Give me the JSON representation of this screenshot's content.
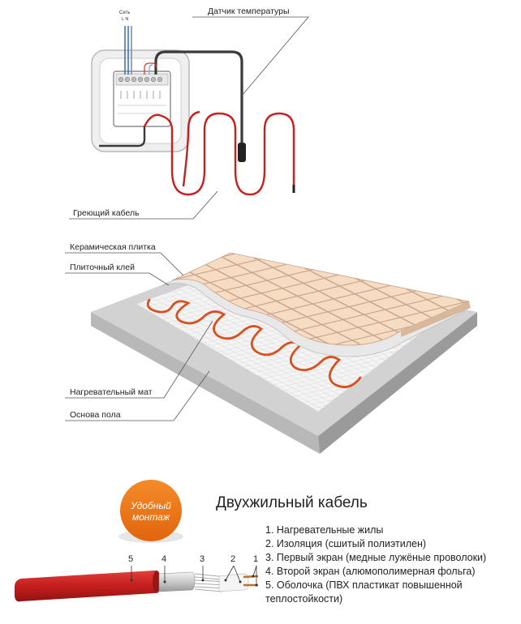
{
  "thermostat_diagram": {
    "network_label": "Сеть",
    "network_pins": "L N",
    "sensor_label": "Датчик температуры",
    "heating_cable_label": "Греющий кабель"
  },
  "floor_diagram": {
    "layers": [
      {
        "label": "Керамическая плитка"
      },
      {
        "label": "Плиточный клей"
      },
      {
        "label": "Нагревательный мат"
      },
      {
        "label": "Основа пола"
      }
    ]
  },
  "cable_diagram": {
    "badge_text_line1": "Удобный",
    "badge_text_line2": "монтаж",
    "title": "Двухжильный кабель",
    "legend": [
      "1. Нагревательные жилы",
      "2. Изоляция (сшитый полиэтилен)",
      "3. Первый экран (медные лужёные проволоки)",
      "4. Второй экран (алюмополимерная фольга)",
      "5. Оболочка (ПВХ пластикат повышенной",
      "теплостойкости)"
    ],
    "callout_numbers": [
      "5",
      "4",
      "3",
      "2",
      "1"
    ]
  },
  "colors": {
    "cable_red": "#c8201e",
    "tile": "#f5dcc2",
    "grout": "#c9a88d",
    "badge_orange": "#ef7a1a",
    "concrete": "#cfcfcf"
  }
}
